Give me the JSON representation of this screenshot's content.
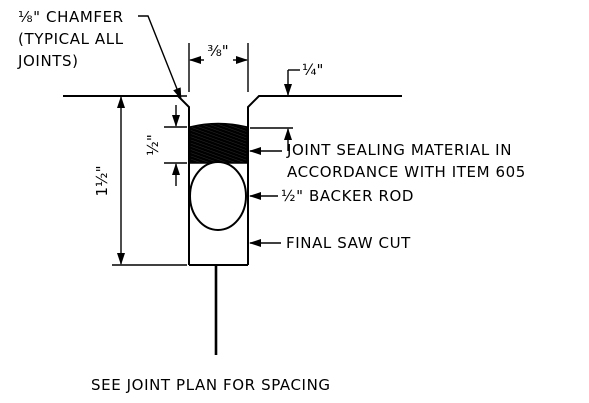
{
  "labels": {
    "chamfer_line1": "⅛\" CHAMFER",
    "chamfer_line2": "(TYPICAL ALL",
    "chamfer_line3": "JOINTS)",
    "sealing_line1": "JOINT SEALING MATERIAL IN",
    "sealing_line2": "ACCORDANCE WITH ITEM 605",
    "backer_rod": "½\" BACKER ROD",
    "saw_cut": "FINAL SAW CUT",
    "spacing_note": "SEE JOINT PLAN FOR SPACING"
  },
  "dimensions": {
    "joint_width": "⅜\"",
    "recess_depth": "¼\"",
    "sealant_depth": "½\"",
    "joint_depth": "1½\""
  }
}
